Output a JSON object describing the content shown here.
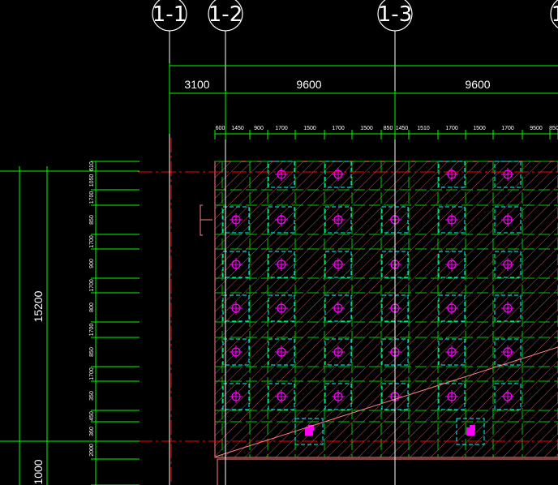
{
  "axes": {
    "labels": [
      "1-1",
      "1-2",
      "1-3",
      "1"
    ]
  },
  "top_dimensions": [
    "3100",
    "9600",
    "9600"
  ],
  "top_sub_dimensions": [
    "600",
    "1450",
    "900",
    "1700",
    "1500",
    "1700",
    "1500",
    "850",
    "1450",
    "1510",
    "1700",
    "1500",
    "1700",
    "9500",
    "850"
  ],
  "left_dimensions": {
    "total": "15200",
    "lower": "1000"
  },
  "left_sub_dimensions": [
    "610",
    "1050",
    "1700",
    "850",
    "1700",
    "900",
    "1700",
    "800",
    "1700",
    "850",
    "1700",
    "350",
    "450",
    "360",
    "2000"
  ],
  "colors": {
    "background": "#000000",
    "axis_line": "#ffffff",
    "dimension_line": "#00ff00",
    "pile_outline": "#00ffff",
    "pile_center": "#ff00ff",
    "cap_outline": "#ff8080",
    "hatch": "#ff8080",
    "beam": "#00c800",
    "center_line": "#ff0000"
  },
  "icons": {
    "axis_marker": "axis-bubble-icon",
    "pile": "pile-cross-icon",
    "special_pile": "column-square-icon"
  }
}
